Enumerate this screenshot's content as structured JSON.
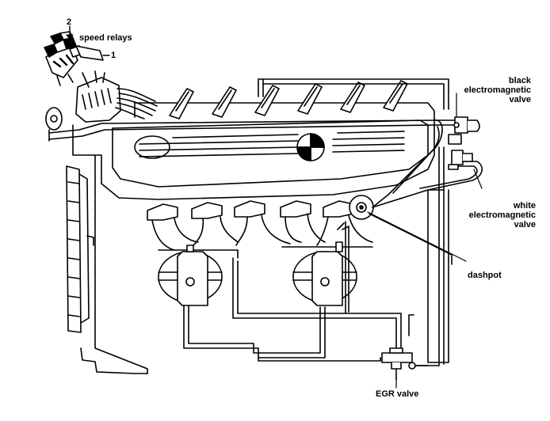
{
  "labels": {
    "speed_relays": "speed relays",
    "callout_1": "1",
    "callout_2": "2",
    "black_valve_l1": "black",
    "black_valve_l2": "electromagnetic",
    "black_valve_l3": "valve",
    "white_valve_l1": "white",
    "white_valve_l2": "electromagnetic",
    "white_valve_l3": "valve",
    "dashpot": "dashpot",
    "egr_valve": "EGR valve"
  },
  "colors": {
    "ink": "#000000",
    "paper": "#ffffff"
  }
}
